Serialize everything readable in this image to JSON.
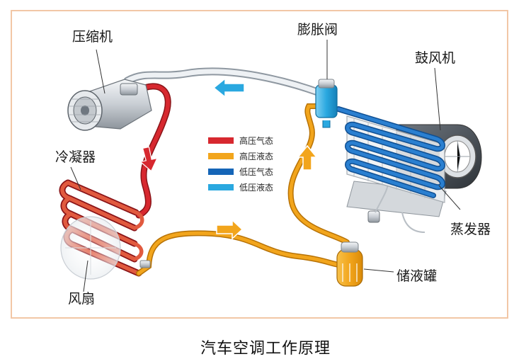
{
  "title": "汽车空调工作原理",
  "components": {
    "compressor": "压缩机",
    "expansion_valve": "膨胀阀",
    "blower": "鼓风机",
    "condenser": "冷凝器",
    "evaporator": "蒸发器",
    "receiver_drier": "储液罐",
    "fan": "风扇"
  },
  "legend": [
    {
      "label": "高压气态",
      "color": "#d7282f"
    },
    {
      "label": "高压液态",
      "color": "#f2a51c"
    },
    {
      "label": "低压气态",
      "color": "#1565b7"
    },
    {
      "label": "低压液态",
      "color": "#2aa8e0"
    }
  ],
  "colors": {
    "frame": "#f2c7a6",
    "low_pressure_line": "#dfe3e8"
  }
}
